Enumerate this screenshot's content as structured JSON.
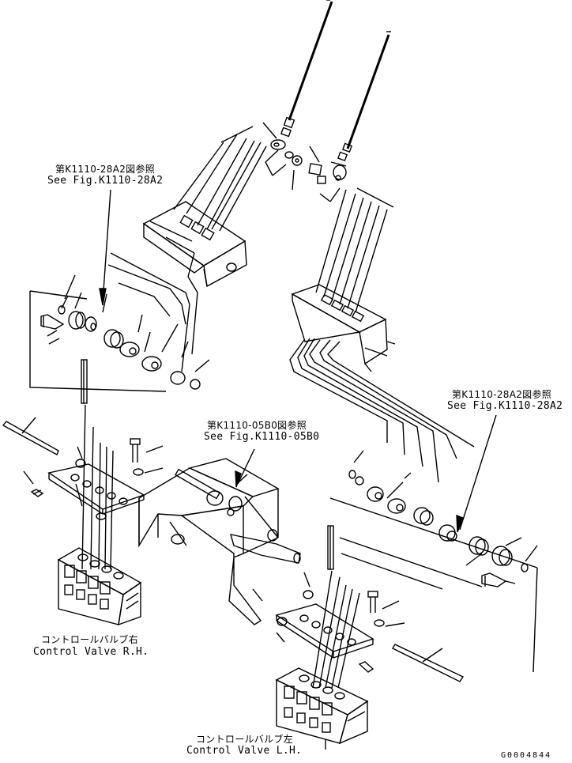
{
  "callouts": {
    "ref_upper_left": {
      "jp": "第K1110-28A2図参照",
      "en": "See Fig.K1110-28A2"
    },
    "ref_right": {
      "jp": "第K1110-28A2図参照",
      "en": "See Fig.K1110-28A2"
    },
    "ref_center": {
      "jp": "第K1110-05B0図参照",
      "en": "See Fig.K1110-05B0"
    }
  },
  "parts": {
    "valve_rh": {
      "jp": "コントロールバルブ右",
      "en": "Control Valve R.H."
    },
    "valve_lh": {
      "jp": "コントロールバルブ左",
      "en": "Control Valve L.H."
    }
  },
  "figure_number": "G0004844",
  "colors": {
    "line": "#000000",
    "background": "#ffffff"
  }
}
